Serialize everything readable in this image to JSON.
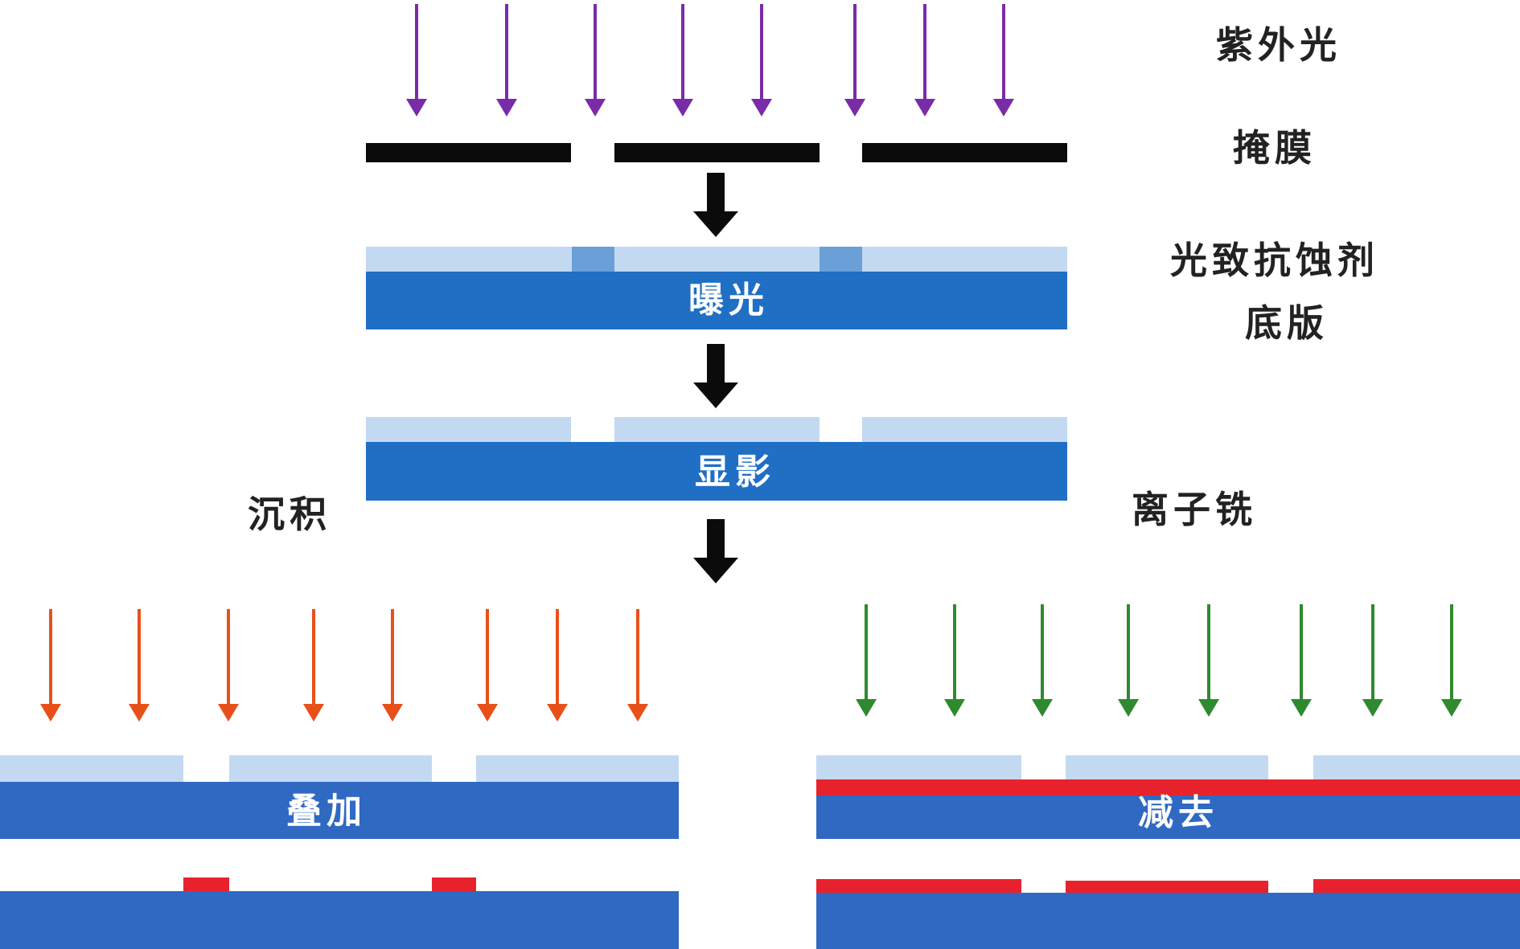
{
  "labels": {
    "uv_light": "紫外光",
    "mask": "掩膜",
    "photoresist": "光致抗蚀剂",
    "substrate": "底版",
    "exposure": "曝光",
    "develop": "显影",
    "deposition": "沉积",
    "ion_milling": "离子铣",
    "additive": "叠加",
    "subtractive": "减去"
  },
  "colors": {
    "uv": "#7a2ba8",
    "deposition": "#e8501a",
    "milling": "#2f8a2f",
    "substrate": "#1f6fc4",
    "substrate_alt": "#2f69c2",
    "resist": "#c3d9f2",
    "exposed": "#6a9fd8",
    "film": "#e8222c",
    "mask": "#0b0b0b",
    "step_arrow": "#0b0b0b",
    "label_text": "#222222",
    "inner_text": "#ffffff"
  },
  "arrow_counts": {
    "uv": 8,
    "deposition": 8,
    "milling": 8
  }
}
